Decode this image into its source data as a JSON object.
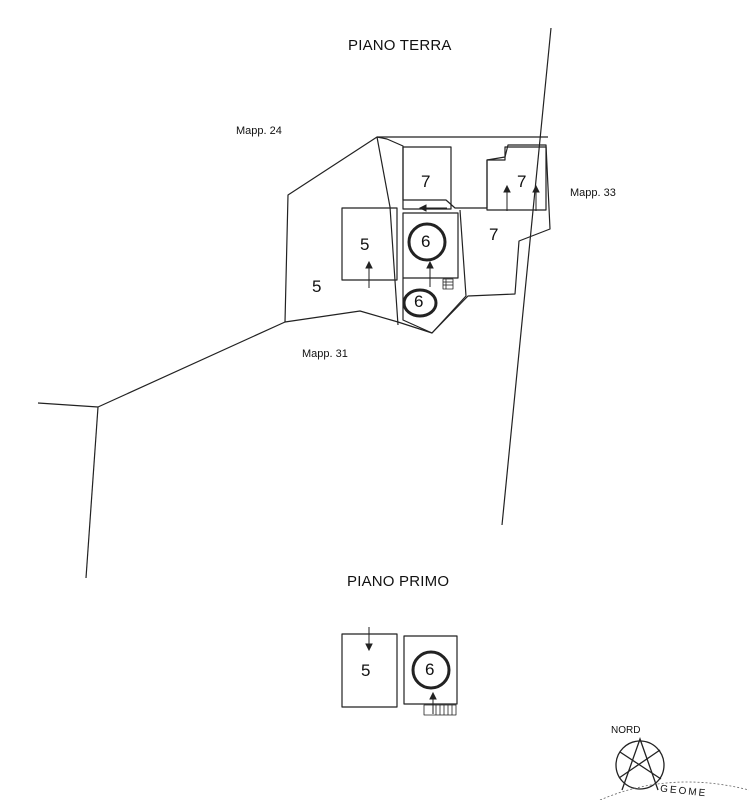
{
  "titles": {
    "ground_floor": "PIANO TERRA",
    "first_floor": "PIANO PRIMO"
  },
  "parcels": {
    "mapp24": "Mapp. 24",
    "mapp31": "Mapp. 31",
    "mapp33": "Mapp. 33"
  },
  "units": {
    "ground_u5_box": "5",
    "ground_u5_area": "5",
    "ground_u6_box": "6",
    "ground_u6_yard": "6",
    "ground_u7_box": "7",
    "ground_u7_area": "7",
    "ground_u7_east": "7",
    "first_u5": "5",
    "first_u6": "6"
  },
  "north_label": "NORD",
  "stamp_text": "GEOME"
}
